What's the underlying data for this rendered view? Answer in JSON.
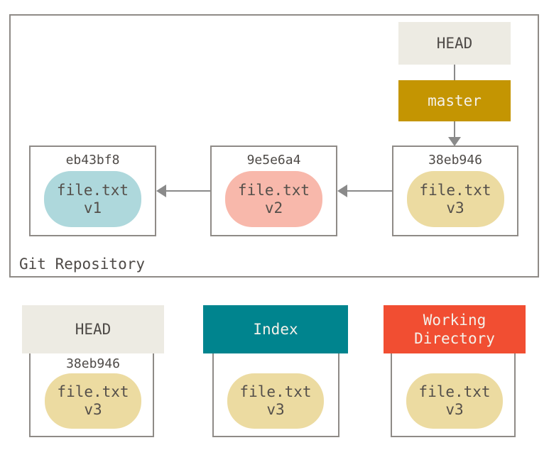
{
  "colors": {
    "box_border": "#8f8b87",
    "arrow": "#8a8a8a",
    "dark_text": "#4e4a47",
    "light_text": "#f4f1ea",
    "head_bg": "#edebe3",
    "master_bg": "#c49502",
    "index_bg": "#00848e",
    "workdir_bg": "#f14e32",
    "pill_text": "#544f4a"
  },
  "repository": {
    "label": "Git Repository",
    "head_ref": "HEAD",
    "branch_ref": "master",
    "commits": [
      {
        "hash": "eb43bf8",
        "file": "file.txt",
        "version": "v1",
        "pill_color": "#aed8dc"
      },
      {
        "hash": "9e5e6a4",
        "file": "file.txt",
        "version": "v2",
        "pill_color": "#f8b8ab"
      },
      {
        "hash": "38eb946",
        "file": "file.txt",
        "version": "v3",
        "pill_color": "#ecdba1"
      }
    ]
  },
  "areas": {
    "head": {
      "title": "HEAD",
      "hash": "38eb946",
      "file": "file.txt",
      "version": "v3",
      "header_bg": "#edebe3",
      "header_text_color": "#4e4a47",
      "pill_color": "#ecdba1"
    },
    "index": {
      "title": "Index",
      "file": "file.txt",
      "version": "v3",
      "header_bg": "#00848e",
      "header_text_color": "#f4f1ea",
      "pill_color": "#ecdba1"
    },
    "workdir": {
      "title": "Working Directory",
      "file": "file.txt",
      "version": "v3",
      "header_bg": "#f14e32",
      "header_text_color": "#f4f1ea",
      "pill_color": "#ecdba1"
    }
  }
}
